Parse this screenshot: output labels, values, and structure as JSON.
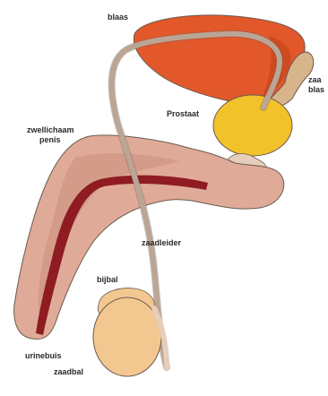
{
  "labels": {
    "blaas": "blaas",
    "zaadblaasje_line1": "zaa",
    "zaadblaasje_line2": "blas",
    "prostaat": "Prostaat",
    "zwellichaam_line1": "zwellichaam",
    "zwellichaam_line2": "penis",
    "zaadleider": "zaadleider",
    "bijbal": "bijbal",
    "urinebuis": "urinebuis",
    "zaadbal": "zaadbal"
  },
  "colors": {
    "bladder": "#e2582b",
    "bladder_dark": "#b53a12",
    "prostate": "#f2c22a",
    "seminal_vesicle": "#d8b48a",
    "penis": "#e0aa98",
    "penis_dark": "#c88e7c",
    "urethra": "#8e1c22",
    "testis": "#f3c890",
    "duct": "#e6ceba",
    "outline": "#6a5a50"
  }
}
